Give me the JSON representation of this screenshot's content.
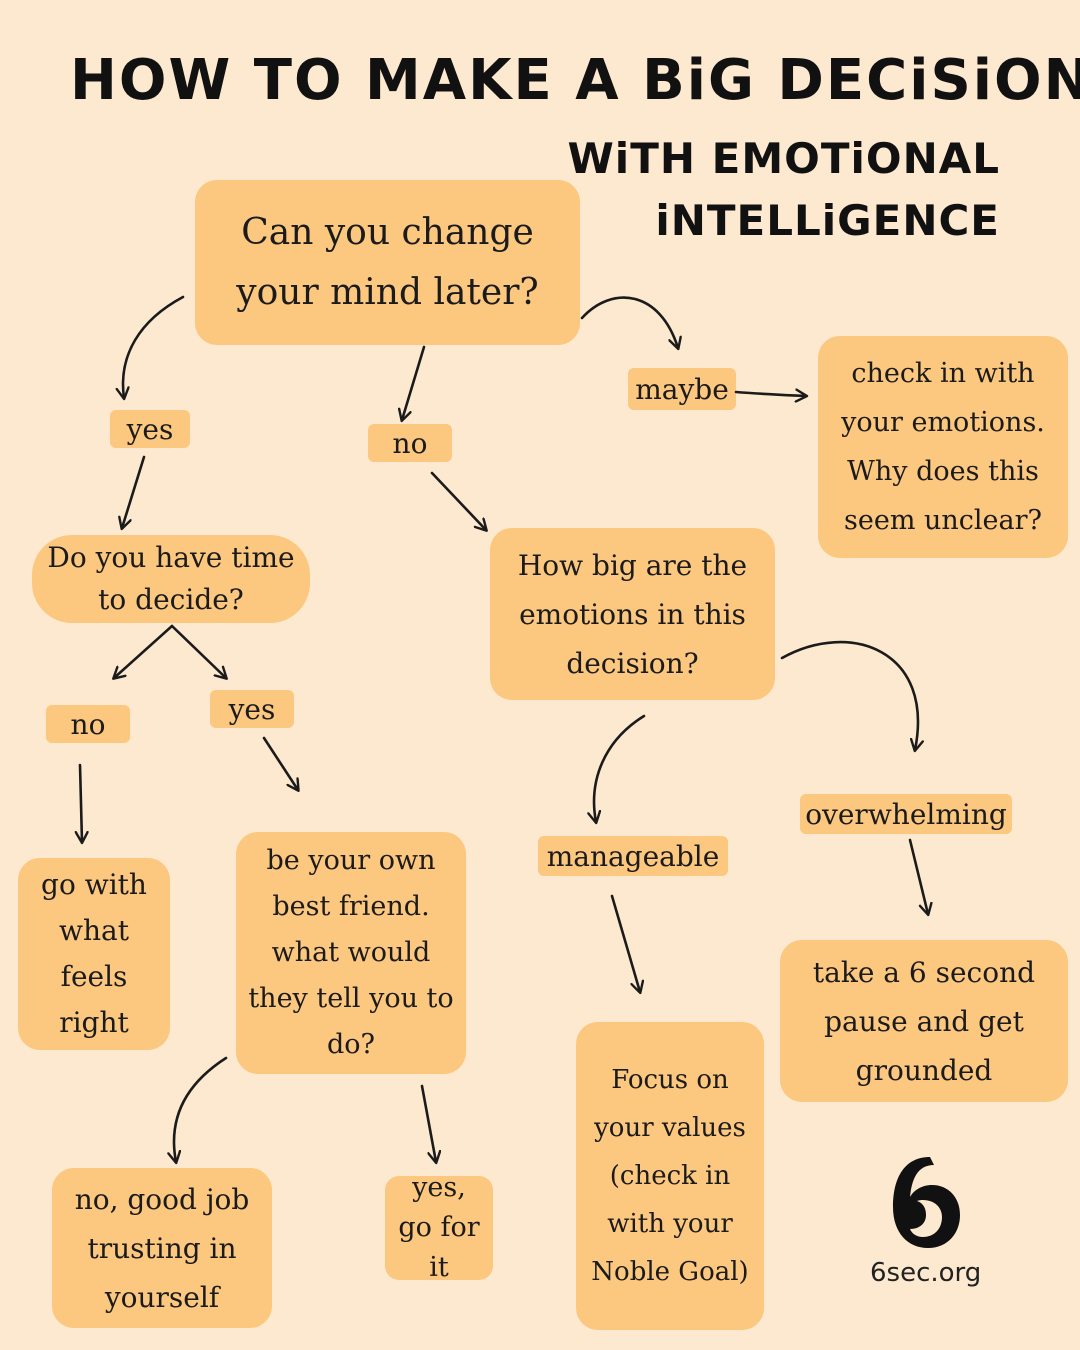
{
  "title": "HOW TO MAKE A BiG DECiSiON",
  "subtitle": "WiTH EMOTiONAL iNTELLiGENCE",
  "nodes": {
    "change_mind": "Can you change your mind later?",
    "check_emotions": "check in with your emotions. Why does this seem unclear?",
    "have_time": "Do you have time to decide?",
    "how_big": "How big are the emotions in this decision?",
    "go_with": "go with what feels right",
    "best_friend": "be your own best friend. what would they tell you to do?",
    "good_job": "no, good job trusting in yourself",
    "go_for_it": "yes, go for it",
    "focus_values": "Focus on your values (check in with your Noble Goal)",
    "take_pause": "take a 6 second pause and get grounded"
  },
  "labels": {
    "maybe": "maybe",
    "yes_1": "yes",
    "no_1": "no",
    "no_2": "no",
    "yes_2": "yes",
    "manageable": "manageable",
    "overwhelming": "overwhelming"
  },
  "logo": {
    "text": "6sec.org",
    "icon": "6-logo-icon"
  },
  "colors": {
    "background": "#fde9cf",
    "box": "#fcc77f",
    "ink": "#111111"
  }
}
